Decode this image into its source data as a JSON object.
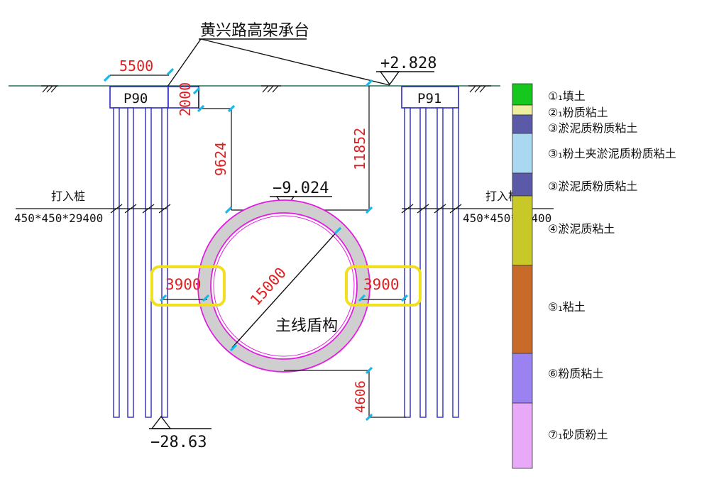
{
  "title": "黄兴路高架承台",
  "colors": {
    "line": "#111111",
    "dim_text": "#e02020",
    "pile": "#2a2ac0",
    "tick": "#18b8e8",
    "ring_outer": "#e020e0",
    "ring_fill": "#cfcfcf",
    "highlight": "#f0e020",
    "ground_line": "#2a6a5a"
  },
  "labels": {
    "elev_top": "+2.828",
    "elev_tunnel": "−9.024",
    "elev_bottom": "−28.63",
    "pier_left": "P90",
    "pier_right": "P91",
    "tunnel": "主线盾构",
    "pile_left_title": "打入桩",
    "pile_left_spec": "450*450*29400",
    "pile_right_title": "打入桩",
    "pile_right_spec": "450*450*29400"
  },
  "dimensions": {
    "cap_width": "5500",
    "cap_height": "2000",
    "left_depth": "9624",
    "right_depth": "11852",
    "diameter": "15000",
    "clear_left": "3900",
    "clear_right": "3900",
    "bottom_gap": "4606"
  },
  "soil_layers": [
    {
      "label": "①₁填土",
      "color": "#16c81e"
    },
    {
      "label": "②₁粉质粘土",
      "color": "#eeeea0"
    },
    {
      "label": "③淤泥质粉质粘土",
      "color": "#5a5aa8"
    },
    {
      "label": "③₁粉土夹淤泥质粉质粘土",
      "color": "#aad8f0"
    },
    {
      "label": "③淤泥质粉质粘土",
      "color": "#5a5aa8"
    },
    {
      "label": "④淤泥质粘土",
      "color": "#c8c828"
    },
    {
      "label": "⑤₁粘土",
      "color": "#c86a28"
    },
    {
      "label": "⑥粉质粘土",
      "color": "#9a82f0"
    },
    {
      "label": "⑦₁砂质粉土",
      "color": "#e8aaf8"
    }
  ]
}
